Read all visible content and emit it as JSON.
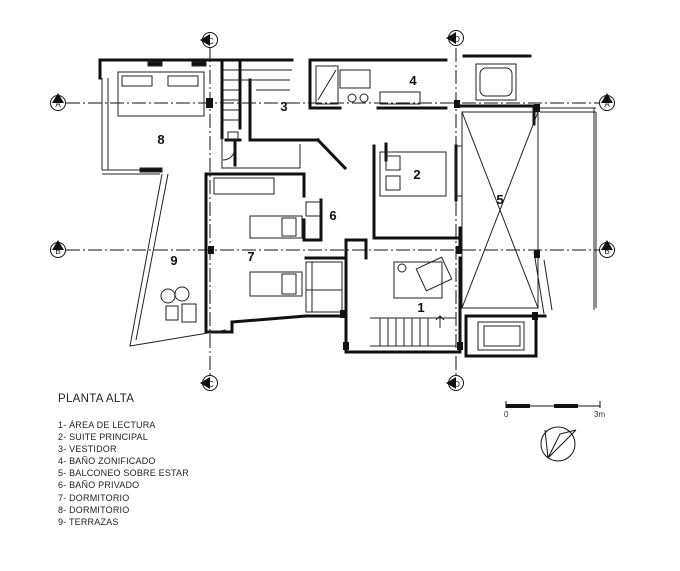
{
  "plan": {
    "title": "PLANTA ALTA",
    "room_numbers": [
      "1",
      "2",
      "3",
      "4",
      "5",
      "6",
      "7",
      "8",
      "9"
    ],
    "grid_axes": [
      "A",
      "B",
      "C",
      "D"
    ],
    "legend": [
      "1- ÁREA DE LECTURA",
      "2- SUITE PRINCIPAL",
      "3- VESTIDOR",
      "4- BAÑO ZONIFICADO",
      "5- BALCONEO SOBRE ESTAR",
      "6- BAÑO PRIVADO",
      "7- DORMITORIO",
      "8- DORMITORIO",
      "9- TERRAZAS"
    ],
    "scale": {
      "start_label": "0",
      "end_label": "3m"
    }
  }
}
